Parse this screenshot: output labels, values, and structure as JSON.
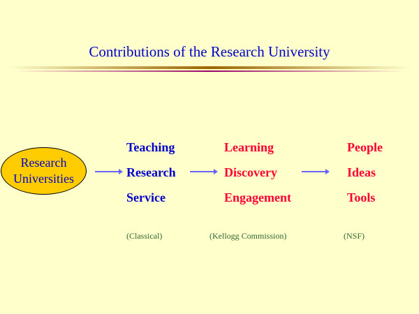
{
  "title": "Contributions of the Research University",
  "source": {
    "line1": "Research",
    "line2": "Universities"
  },
  "columns": [
    {
      "items": [
        "Teaching",
        "Research",
        "Service"
      ],
      "note": "(Classical)"
    },
    {
      "items": [
        "Learning",
        "Discovery",
        "Engagement"
      ],
      "note": "(Kellogg Commission)"
    },
    {
      "items": [
        "People",
        "Ideas",
        "Tools"
      ],
      "note": "(NSF)"
    }
  ],
  "colors": {
    "background": "#ffffcc",
    "title": "#0000cc",
    "ellipse": "#ffcc00",
    "blue_text": "#0000cc",
    "red_text": "#ff0033",
    "note": "#336633",
    "arrow": "#6666ff"
  }
}
